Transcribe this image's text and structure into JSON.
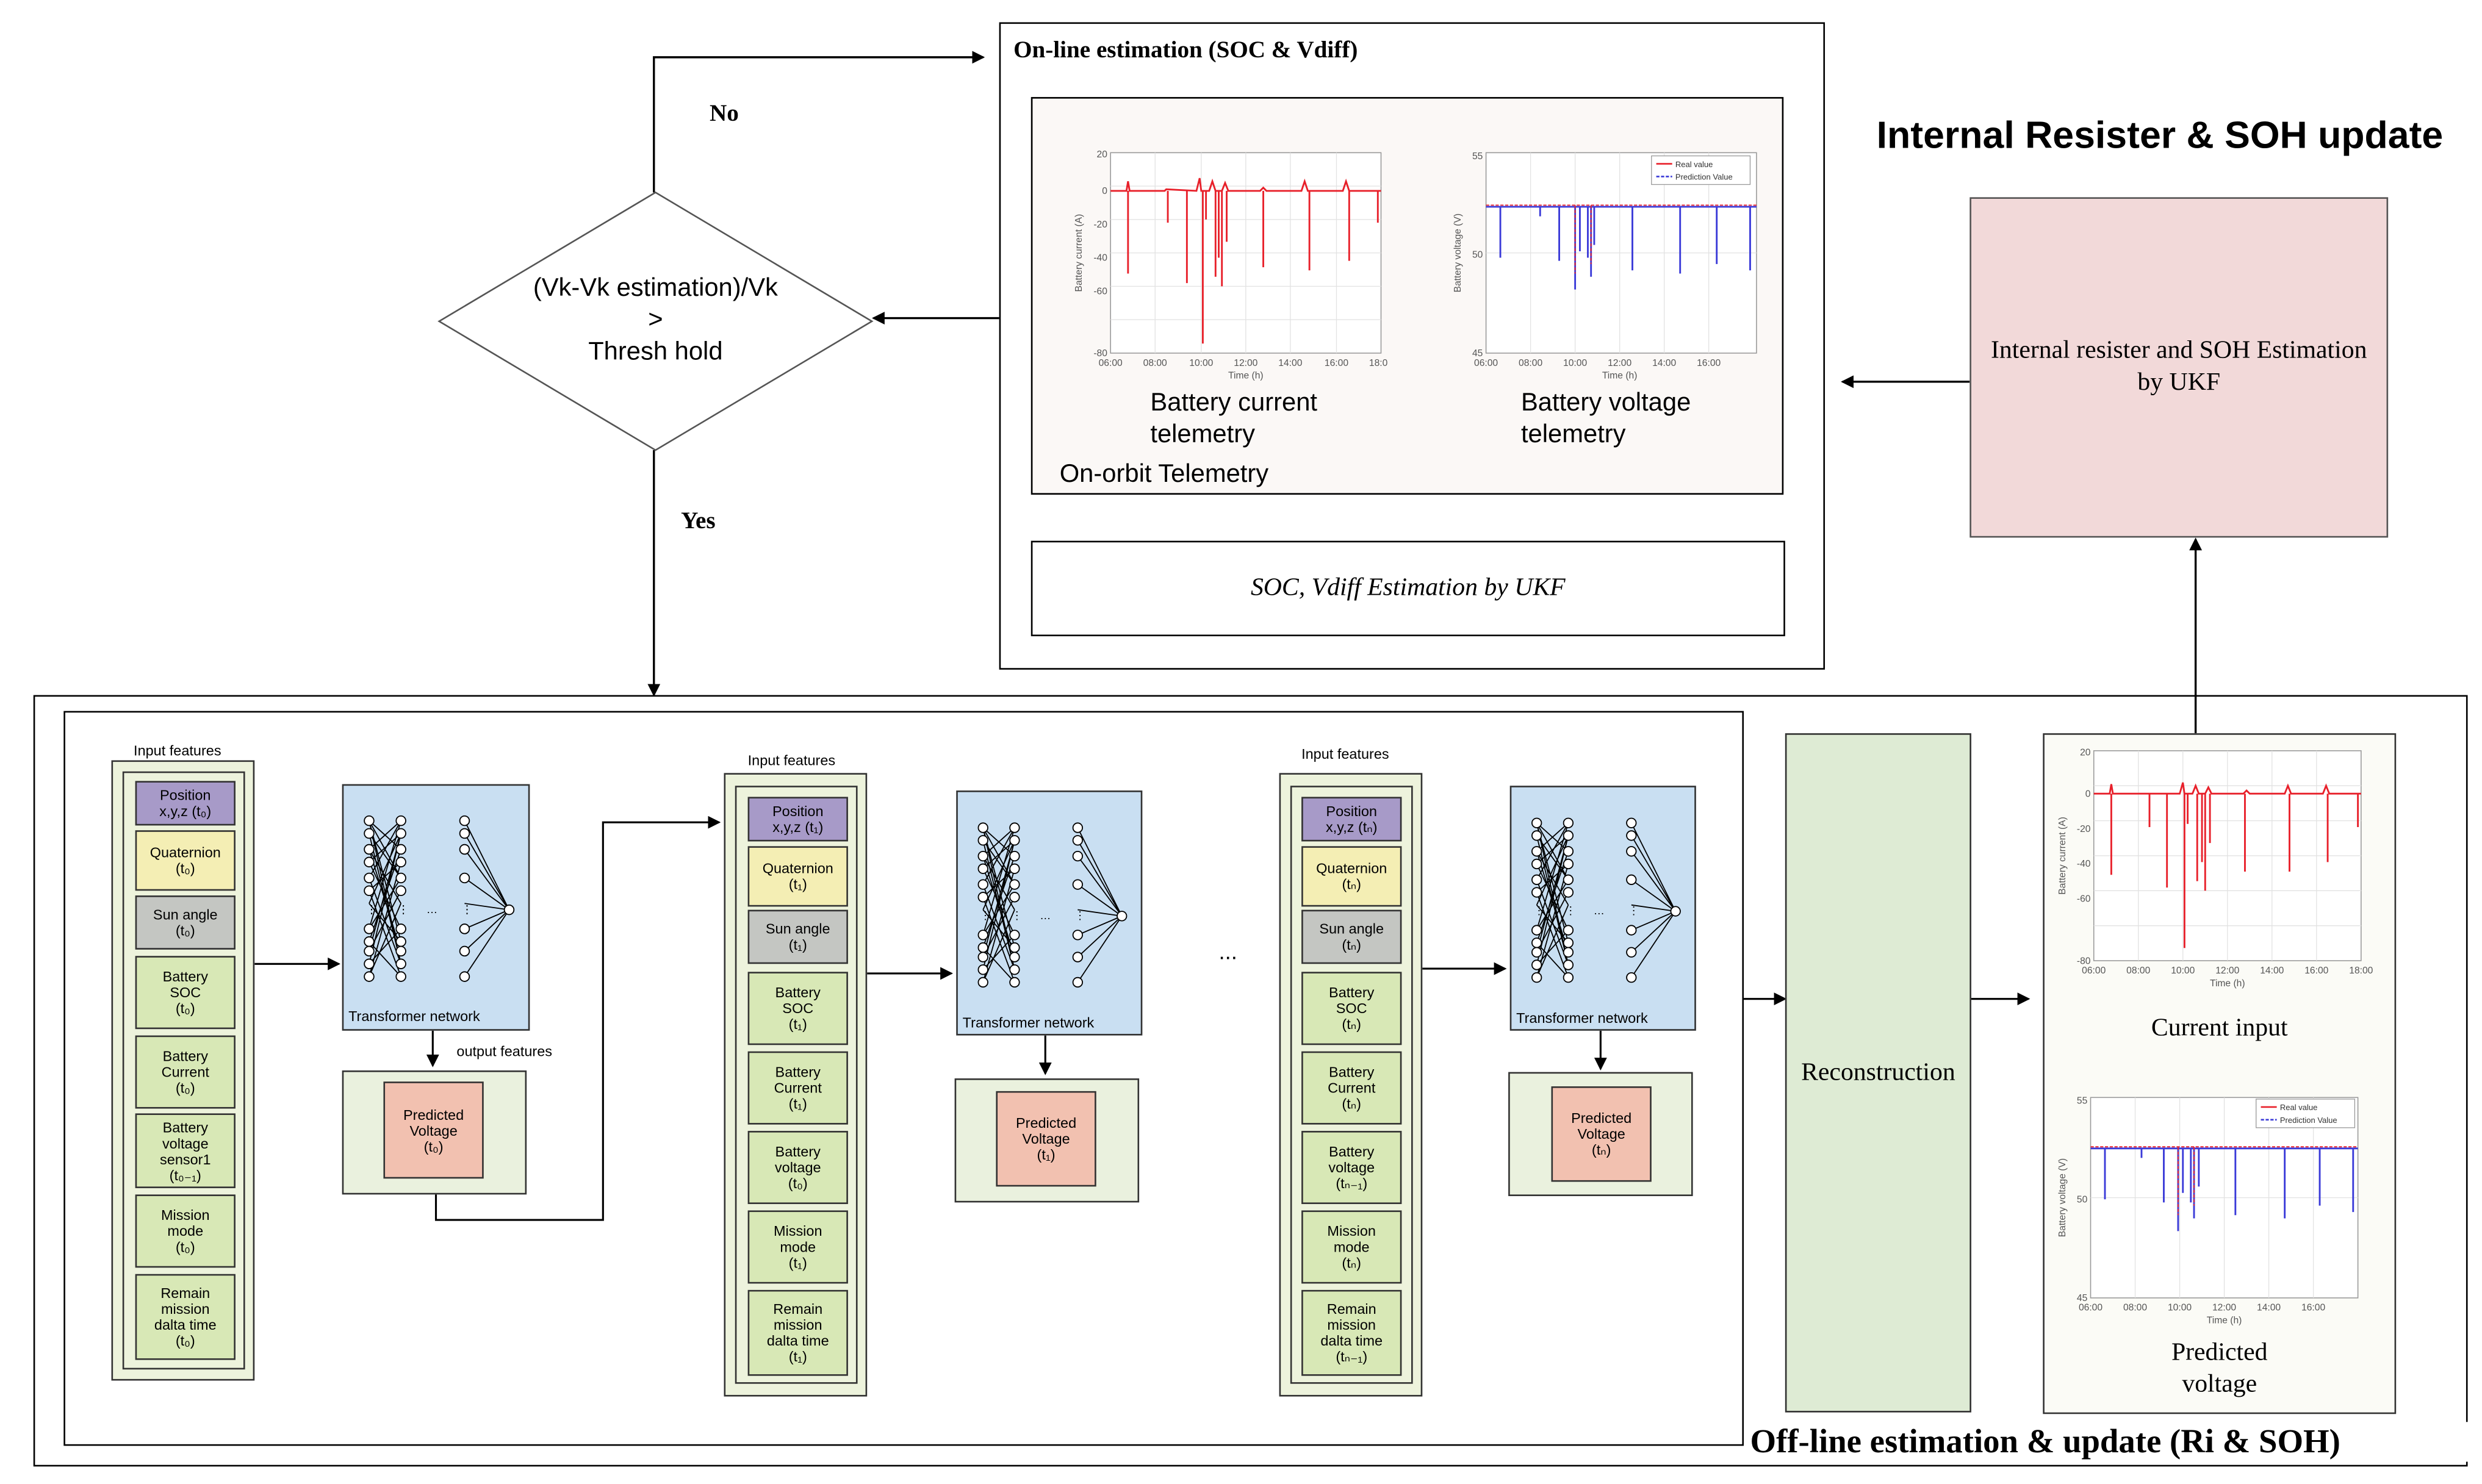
{
  "page_title": "Internal Resister & SOH update",
  "online": {
    "title": "On-line estimation (SOC & Vdiff)",
    "current_caption": "Battery current\ntelemetry",
    "voltage_caption": "Battery voltage\ntelemetry",
    "telemetry_label": "On-orbit Telemetry",
    "ukf_box": "SOC, Vdiff  Estimation by UKF"
  },
  "decision": {
    "line1": "(Vk-Vk estimation)/Vk",
    "line2": ">",
    "line3": "Thresh hold",
    "no_label": "No",
    "yes_label": "Yes"
  },
  "soh_box": "Internal resister and SOH Estimation by UKF",
  "offline": {
    "title": "Off-line estimation & update (Ri & SOH)",
    "reconstruction": "Reconstruction",
    "current_input": "Current input",
    "predicted_voltage": "Predicted\nvoltage",
    "ellipsis": "...",
    "output_features": "output features"
  },
  "blocks": [
    {
      "input_title": "Input features",
      "features": [
        "Position\nx,y,z (t₀)",
        "Quaternion\n(t₀)",
        "Sun angle\n(t₀)",
        "Battery\nSOC\n(t₀)",
        "Battery\nCurrent\n(t₀)",
        "Battery\nvoltage\nsensor1\n(t₀₋₁)",
        "Mission\nmode\n(t₀)",
        "Remain\nmission\ndalta time\n(t₀)"
      ],
      "network": "Transformer network",
      "predicted": "Predicted\nVoltage\n(t₀)"
    },
    {
      "input_title": "Input features",
      "features": [
        "Position\nx,y,z (t₁)",
        "Quaternion\n(t₁)",
        "Sun angle\n(t₁)",
        "Battery\nSOC\n(t₁)",
        "Battery\nCurrent\n(t₁)",
        "Battery\nvoltage\n(t₀)",
        "Mission\nmode\n(t₁)",
        "Remain\nmission\ndalta time\n(t₁)"
      ],
      "network": "Transformer network",
      "predicted": "Predicted\nVoltage\n(t₁)"
    },
    {
      "input_title": "Input features",
      "features": [
        "Position\nx,y,z (tₙ)",
        "Quaternion\n(tₙ)",
        "Sun angle\n(tₙ)",
        "Battery\nSOC\n(tₙ)",
        "Battery\nCurrent\n(tₙ)",
        "Battery\nvoltage\n(tₙ₋₁)",
        "Mission\nmode\n(tₙ)",
        "Remain\nmission\ndalta time\n(tₙ₋₁)"
      ],
      "network": "Transformer network",
      "predicted": "Predicted\nVoltage\n(tₙ)"
    }
  ],
  "plots": {
    "current": {
      "ylabel": "Battery current (A)",
      "xlabel": "Time (h)",
      "yticks": [
        "20",
        "0",
        "-20",
        "-40",
        "-60",
        "-80"
      ],
      "xticks": [
        "06:00",
        "08:00",
        "10:00",
        "12:00",
        "14:00",
        "16:00",
        "18:00"
      ],
      "color": "#e8202a"
    },
    "voltage": {
      "ylabel": "Battery voltage (V)",
      "xlabel": "Time (h)",
      "yticks": [
        "55",
        "50",
        "45"
      ],
      "xticks": [
        "06:00",
        "08:00",
        "10:00",
        "12:00",
        "14:00",
        "16:00"
      ],
      "legend": [
        "Real value",
        "Prediction Value"
      ],
      "colors": [
        "#e8202a",
        "#3a3ad8"
      ]
    }
  }
}
